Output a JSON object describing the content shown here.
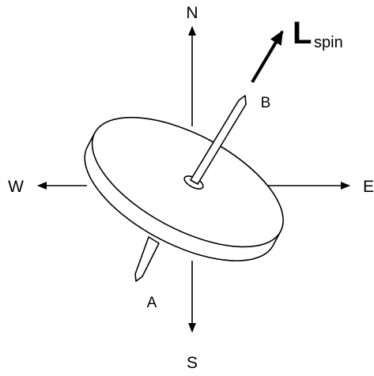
{
  "compass": {
    "north": "N",
    "south": "S",
    "east": "E",
    "west": "W"
  },
  "pin_ends": {
    "top": "B",
    "bottom": "A"
  },
  "angular_momentum": {
    "symbol": "L",
    "subscript": "spin"
  },
  "colors": {
    "line": "#000000",
    "fill": "#ffffff"
  }
}
